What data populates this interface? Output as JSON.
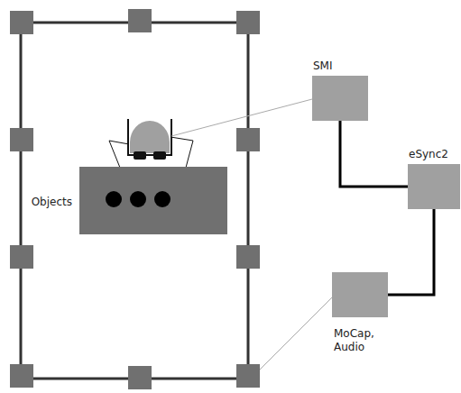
{
  "diagram": {
    "nodes": [
      {
        "text": [
          "Objects"
        ]
      },
      {
        "text": [
          "SMI"
        ]
      },
      {
        "text": [
          "eSync2"
        ]
      },
      {
        "text": [
          "MoCap, Audio"
        ]
      }
    ],
    "edges": [
      {
        "from": 1,
        "to": 2,
        "arrow": "none"
      },
      {
        "from": 2,
        "to": 3,
        "arrow": "none"
      }
    ]
  }
}
